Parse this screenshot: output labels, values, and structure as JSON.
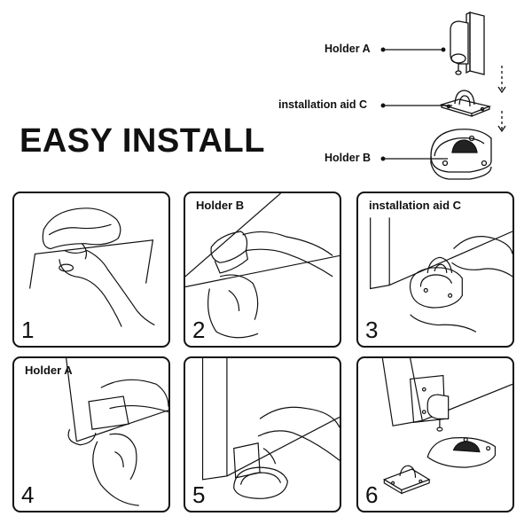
{
  "heading": "EASY INSTALL",
  "parts": {
    "holder_a": "Holder A",
    "installation_aid_c": "installation aid C",
    "holder_b": "Holder B"
  },
  "steps": [
    {
      "number": "1",
      "label": ""
    },
    {
      "number": "2",
      "label": "Holder B"
    },
    {
      "number": "3",
      "label": "installation aid C"
    },
    {
      "number": "4",
      "label": "Holder A"
    },
    {
      "number": "5",
      "label": ""
    },
    {
      "number": "6",
      "label": ""
    }
  ]
}
